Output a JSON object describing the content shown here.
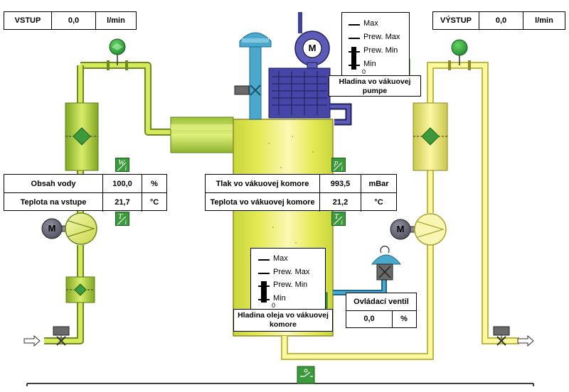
{
  "input": {
    "label": "VSTUP",
    "value": "0,0",
    "unit": "l/min"
  },
  "output": {
    "label": "VÝSTUP",
    "value": "0,0",
    "unit": "l/min"
  },
  "left_panel": {
    "water": {
      "label": "Obsah vody",
      "value": "100,0",
      "unit": "%"
    },
    "temp": {
      "label": "Teplota na vstupe",
      "value": "21,7",
      "unit": "°C"
    }
  },
  "center_panel": {
    "pressure": {
      "label": "Tlak vo vákuovej komore",
      "value": "993,5",
      "unit": "mBar"
    },
    "temp": {
      "label": "Teplota vo vákuovej komore",
      "value": "21,2",
      "unit": "°C"
    }
  },
  "pump_level": {
    "legend": [
      "Max",
      "Prew. Max",
      "Prew. Min",
      "Min"
    ],
    "zero": "0",
    "caption": "Hladina vo vákuovej pumpe"
  },
  "oil_level": {
    "legend": [
      "Max",
      "Prew. Max",
      "Prew. Min",
      "Min"
    ],
    "zero": "0",
    "caption": "Hladina oleja vo vákuovej komore"
  },
  "valve_control": {
    "label": "Ovládací ventil",
    "value": "0,0",
    "unit": "%"
  },
  "tags": {
    "water_content": {
      "top": "W",
      "sub": "i"
    },
    "inlet_temp": {
      "top": "T",
      "sub": "i"
    },
    "pressure": {
      "top": "p",
      "sub": "i"
    },
    "chamber_temp": {
      "top": "T",
      "sub": "i"
    }
  },
  "motor_label": "M",
  "colors": {
    "pipe_light": "#f2f07a",
    "pipe_green": "#c6dc5a",
    "tank": "#e8ec5a",
    "vacuum_blue": "#3f3fa0",
    "water_blue": "#4aa8cc",
    "indicator_green": "#3c9a3c"
  }
}
